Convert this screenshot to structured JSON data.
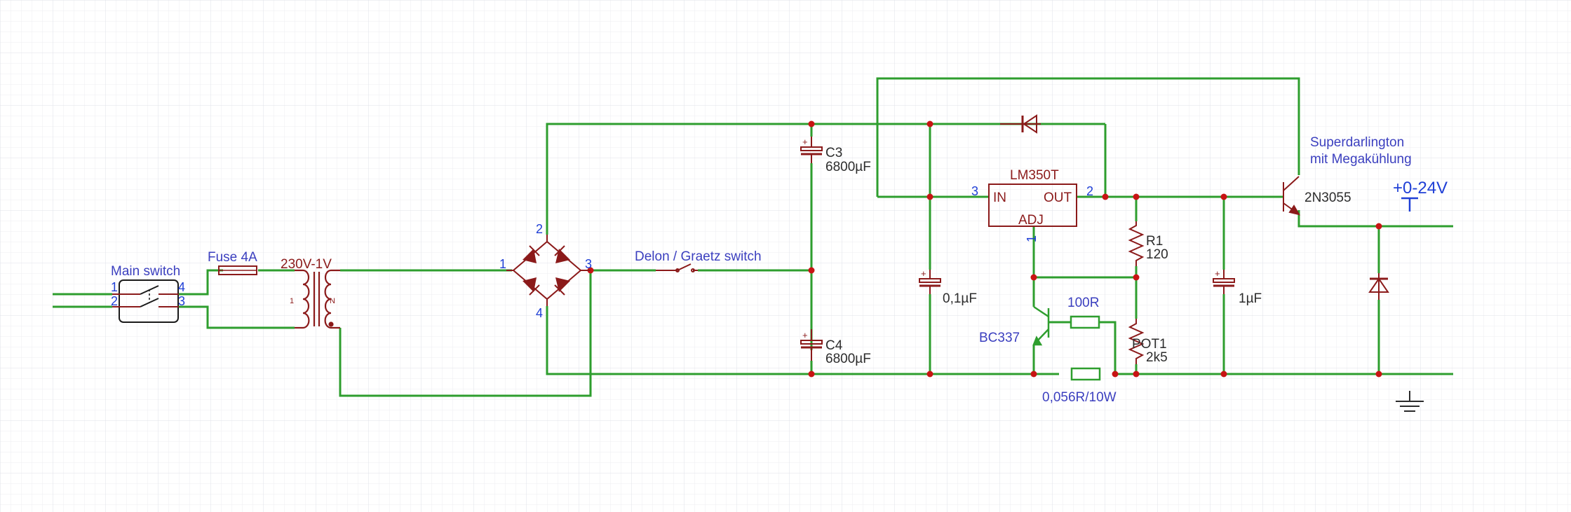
{
  "labels": {
    "main_switch": "Main switch",
    "fuse": "Fuse 4A",
    "transformer": "230V-1V",
    "transformer_pin1": "1",
    "transformer_pinN": "N",
    "switch_pin1": "1",
    "switch_pin2": "2",
    "switch_pin3": "3",
    "switch_pin4": "4",
    "bridge_pin1": "1",
    "bridge_pin2": "2",
    "bridge_pin3": "3",
    "bridge_pin4": "4",
    "delon_switch": "Delon / Graetz switch",
    "c3_name": "C3",
    "c3_value": "6800µF",
    "c4_name": "C4",
    "c4_value": "6800µF",
    "cap_in": "0,1µF",
    "regulator": "LM350T",
    "reg_in": "IN",
    "reg_out": "OUT",
    "reg_adj": "ADJ",
    "reg_pin3": "3",
    "reg_pin2": "2",
    "reg_pin1": "1",
    "r1_name": "R1",
    "r1_value": "120",
    "pot_name": "POT1",
    "pot_value": "2k5",
    "bc337": "BC337",
    "r100": "100R",
    "shunt": "0,056R/10W",
    "cap_out": "1µF",
    "darlington_line1": "Superdarlington",
    "darlington_line2": "mit Megakühlung",
    "q_out": "2N3055",
    "vout": "+0-24V"
  },
  "colors": {
    "wire": "#2e9e2e",
    "component": "#8b1a1a",
    "label": "#3b3fbf",
    "pin": "#1f3fd6",
    "junction": "#c81414",
    "grid_minor": "#eceef2",
    "grid_major": "#dfe2e8",
    "text_dark": "#2c2c2c"
  }
}
